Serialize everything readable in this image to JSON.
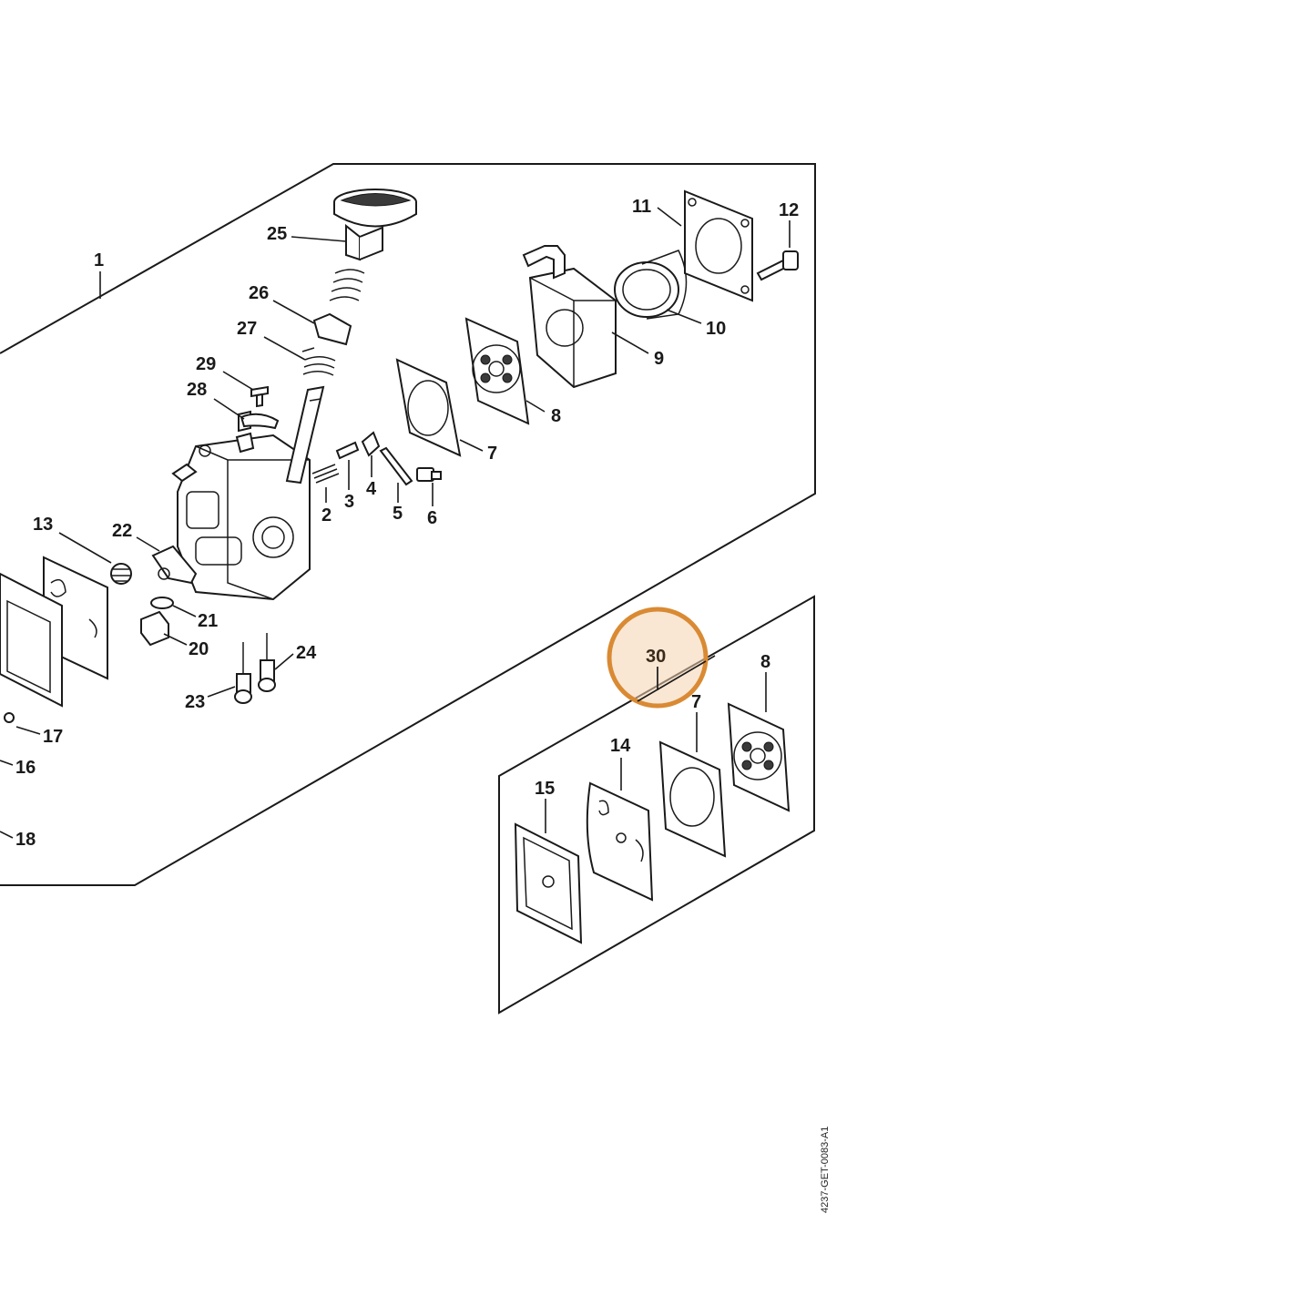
{
  "callouts": {
    "c1": "1",
    "c2": "2",
    "c3": "3",
    "c4": "4",
    "c5": "5",
    "c6": "6",
    "c7a": "7",
    "c8a": "8",
    "c9": "9",
    "c10": "10",
    "c11": "11",
    "c12": "12",
    "c13": "13",
    "c16": "16",
    "c17": "17",
    "c18": "18",
    "c20": "20",
    "c21": "21",
    "c22": "22",
    "c23": "23",
    "c24": "24",
    "c25": "25",
    "c26": "26",
    "c27": "27",
    "c28": "28",
    "c29": "29",
    "c30": "30",
    "c7b": "7",
    "c8b": "8",
    "c14": "14",
    "c15": "15"
  },
  "reference_code": "4237-GET-0083-A1",
  "highlight": {
    "callout": "30",
    "ring_color": "#d98a33",
    "fill_color": "#f4d3b0"
  }
}
